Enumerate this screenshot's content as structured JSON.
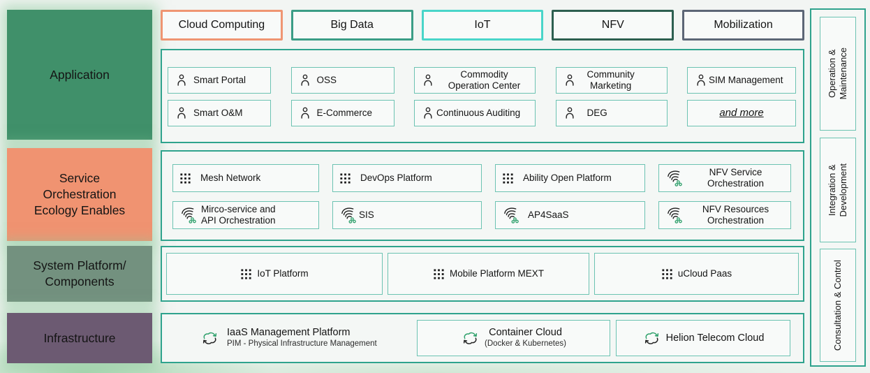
{
  "colors": {
    "container_border": "#2fa38d",
    "item_border": "#6cc3b2",
    "page_bg": "#f2f5f3",
    "box_bg": "#f8faf9",
    "glow_green": "#8dc99b",
    "icon_green": "#2ea06b",
    "icon_dark": "#1c1c1c"
  },
  "tags": [
    {
      "label": "Cloud Computing",
      "border": "#ef9572"
    },
    {
      "label": "Big Data",
      "border": "#3b9d86"
    },
    {
      "label": "IoT",
      "border": "#49d5c9"
    },
    {
      "label": "NFV",
      "border": "#2d5f50"
    },
    {
      "label": "Mobilization",
      "border": "#5c6676"
    }
  ],
  "left_sections": [
    {
      "label": "Application",
      "color": "#40906a"
    },
    {
      "label": "Service\nOrchestration\nEcology Enables",
      "color": "#f09371"
    },
    {
      "label": "System Platform/\nComponents",
      "color": "#73917f"
    },
    {
      "label": "Infrastructure",
      "color": "#6c5a72"
    }
  ],
  "application": {
    "items": [
      {
        "label": "Smart Portal"
      },
      {
        "label": "OSS"
      },
      {
        "label": "Commodity\nOperation Center"
      },
      {
        "label": "Community\nMarketing"
      },
      {
        "label": "SIM Management"
      },
      {
        "label": "Smart O&M"
      },
      {
        "label": "E-Commerce"
      },
      {
        "label": "Continuous Auditing"
      },
      {
        "label": "DEG"
      },
      {
        "label": "and more"
      }
    ]
  },
  "services": {
    "items": [
      {
        "label": "Mesh Network",
        "icon": "grid"
      },
      {
        "label": "DevOps Platform",
        "icon": "grid"
      },
      {
        "label": "Ability Open Platform",
        "icon": "grid"
      },
      {
        "label": "NFV Service\nOrchestration",
        "icon": "mesh"
      },
      {
        "label": "Mirco-service and\nAPI Orchestration",
        "icon": "mesh"
      },
      {
        "label": "SIS",
        "icon": "mesh"
      },
      {
        "label": "AP4SaaS",
        "icon": "mesh"
      },
      {
        "label": "NFV Resources\nOrchestration",
        "icon": "mesh"
      }
    ]
  },
  "system": {
    "items": [
      {
        "label": "IoT Platform"
      },
      {
        "label": "Mobile Platform MEXT"
      },
      {
        "label": "uCloud Paas"
      }
    ]
  },
  "infrastructure": {
    "items": [
      {
        "title": "IaaS Management Platform",
        "subtitle": "PIM - Physical Infrastructure Management"
      },
      {
        "title": "Container Cloud",
        "subtitle": "(Docker & Kubernetes)"
      },
      {
        "title": "Helion Telecom Cloud",
        "subtitle": ""
      }
    ]
  },
  "right_rail": [
    {
      "label": "Operation &\nMaintenance"
    },
    {
      "label": "Integration &\nDevelopment"
    },
    {
      "label": "Consultation & Control"
    }
  ]
}
